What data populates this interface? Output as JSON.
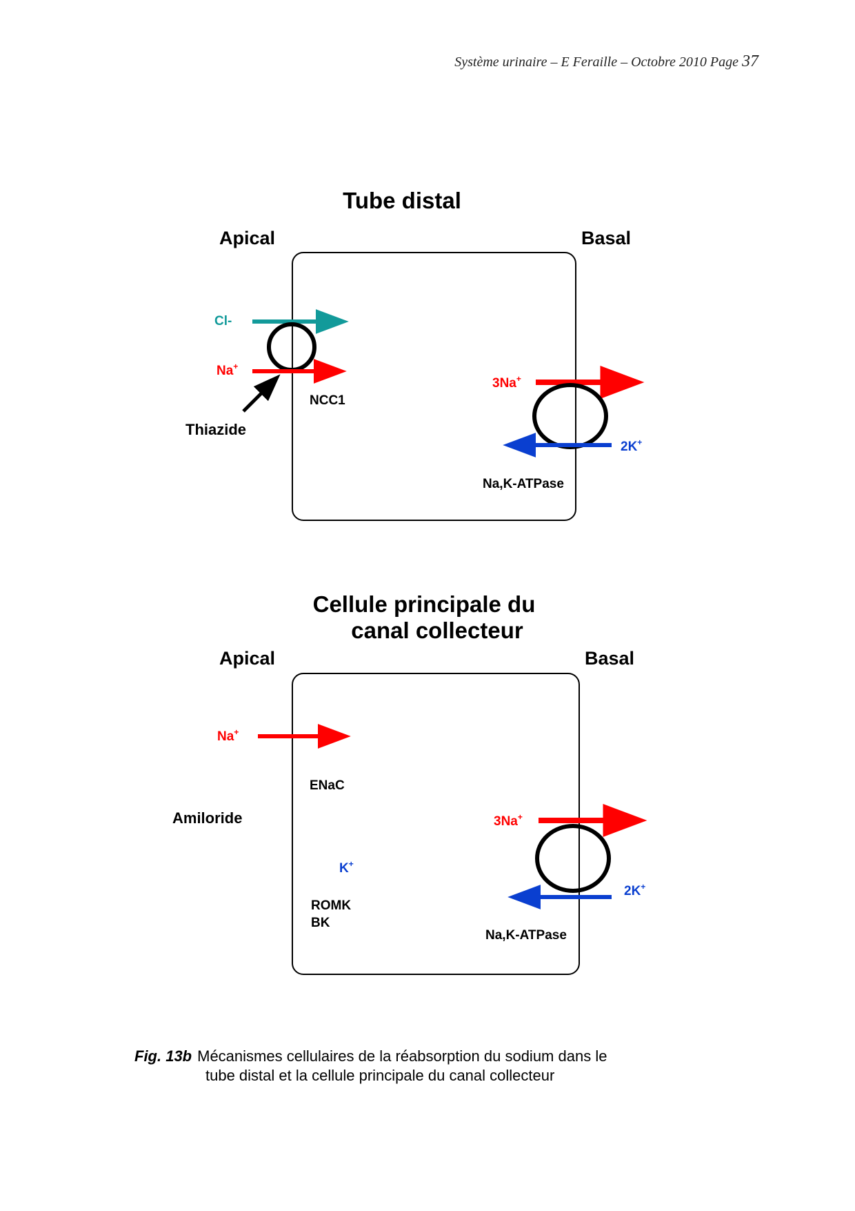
{
  "header": {
    "text": "Système urinaire – E Feraille – Octobre 2010  Page ",
    "page": "37"
  },
  "diagrams": [
    {
      "title_lines": [
        "Tube distal"
      ],
      "apical": "Apical",
      "basal": "Basal",
      "labels": {
        "cl": "Cl-",
        "na": "Na",
        "na_sup": "+",
        "ncc": "NCC1",
        "drug": "Thiazide",
        "na3": "3Na",
        "na3_sup": "+",
        "k2": "2K",
        "k2_sup": "+",
        "pump": "Na,K-ATPase"
      }
    },
    {
      "title_lines": [
        "Cellule principale du",
        "canal collecteur"
      ],
      "apical": "Apical",
      "basal": "Basal",
      "labels": {
        "na": "Na",
        "na_sup": "+",
        "enac": "ENaC",
        "drug": "Amiloride",
        "k": "K",
        "k_sup": "+",
        "romk": "ROMK",
        "bk": "BK",
        "na3": "3Na",
        "na3_sup": "+",
        "k2": "2K",
        "k2_sup": "+",
        "pump": "Na,K-ATPase"
      }
    }
  ],
  "caption": {
    "fig_label": "Fig. 13b",
    "line1": "Mécanismes cellulaires de la réabsorption du sodium dans le",
    "line2": "tube distal et la cellule principale du canal collecteur"
  },
  "colors": {
    "sodium": "#ff0000",
    "chloride": "#129a9a",
    "potassium": "#0a3fd0",
    "membrane": "#000000"
  }
}
